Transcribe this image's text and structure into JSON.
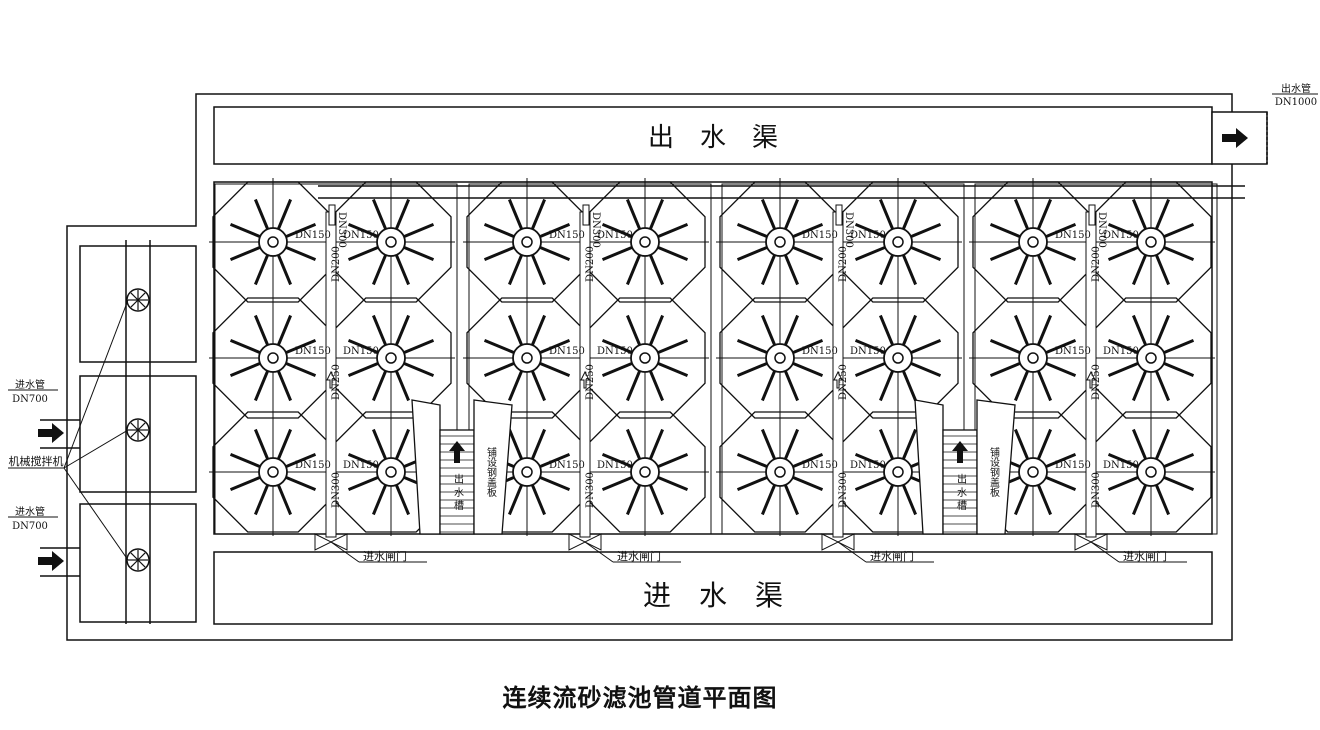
{
  "title": "连续流砂滤池管道平面图",
  "channels": {
    "outlet": "出 水 渠",
    "inlet": "进 水 渠"
  },
  "outlet_pipe": {
    "label": "出水管",
    "size": "DN1000"
  },
  "inlet_pipes": [
    {
      "label": "进水管",
      "size": "DN700"
    },
    {
      "label": "进水管",
      "size": "DN700"
    }
  ],
  "mixer_label": "机械搅拌机",
  "pipe_labels": {
    "dn150": "DN150",
    "dn200": "DN200",
    "dn250": "DN250",
    "dn300": "DN300"
  },
  "gate_label": "进水闸门",
  "trough_label": "出 水 槽",
  "cover_label": "铺设钢盖板",
  "icons": {
    "flow_arrow": "arrow-right-icon",
    "up_arrow": "arrow-up-icon",
    "mixer": "mixer-icon",
    "filter": "filter-unit-icon",
    "valve": "valve-icon"
  }
}
